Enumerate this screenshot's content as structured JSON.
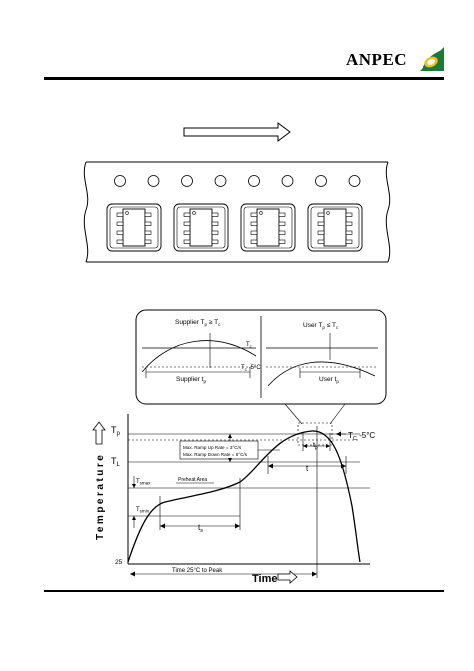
{
  "header": {
    "brand": "ANPEC",
    "brand_color": "#1a7a3a",
    "brand_accent": "#f0c020"
  },
  "tape_diagram": {
    "arrow_icon": "arrow-right-icon",
    "sprocket_holes": 8,
    "component_pockets": 4
  },
  "reflow_profile": {
    "inset_left": {
      "title_pre": "Supplier T",
      "title_sub": "p",
      "title_mid": " ≥ T",
      "title_sub2": "c",
      "bottom_pre": "Supplier t",
      "bottom_sub": "p"
    },
    "inset_right": {
      "title_pre": "User T",
      "title_sub": "p",
      "title_mid": " ≤ T",
      "title_sub2": "c",
      "bottom_pre": "User t",
      "bottom_sub": "p"
    },
    "inset_labels": {
      "tc_pre": "T",
      "tc_sub": "c",
      "tc5_pre": "T",
      "tc5_sub": "c",
      "tc5_post": " -5°C"
    },
    "axis": {
      "y_label": "Temperature",
      "x_label": "Time",
      "y_min_label": "25",
      "tp_pre": "T",
      "tp_sub": "p",
      "tl_pre": "T",
      "tl_sub": "L",
      "tsmax_pre": "T",
      "tsmax_sub": "smax",
      "tsmin_pre": "T",
      "tsmin_sub": "smin",
      "tc5_pre": "T",
      "tc5_sub": "C",
      "tc5_post": " -5°C"
    },
    "annotations": {
      "ramp_up": "Max. Ramp Up Rate = 3°C/s",
      "ramp_down": "Max. Ramp Down Rate = 6°C/s",
      "preheat": "Preheat Area",
      "ts_pre": "t",
      "ts_sub": "s",
      "t_label": "t",
      "tp_time_pre": "t",
      "tp_time_sub": "p",
      "time_to_peak": "Time 25°C to Peak"
    }
  }
}
